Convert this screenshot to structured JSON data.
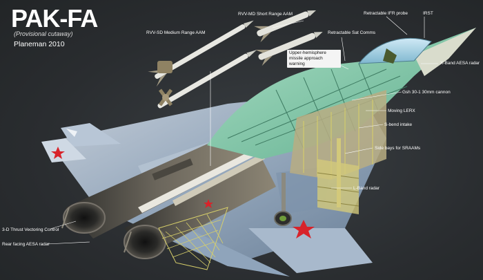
{
  "header": {
    "title": "PAK-FA",
    "subtitle": "(Provisional cutaway)",
    "credit": "Planeman 2010"
  },
  "callouts": {
    "rvv_md": "RVV-MD Short Range AAM",
    "rvv_sd": "RVV-SD Medium Range AAM",
    "ifr_probe": "Retractable IFR probe",
    "irst": "IRST",
    "sat_comms": "Retractable Sat Comms",
    "missile_warning": "Upper-hemisphere missile approach warning",
    "xband": "X-Band AESA radar",
    "gsh": "Gsh 30-1 30mm cannon",
    "lerx": "Moving LERX",
    "sbend": "S-bend intake",
    "side_bays": "Side bays for SRAAMs",
    "lband": "L-Band radar",
    "tvc": "3-D Thrust Vectoring Control",
    "rear_radar": "Rear facing AESA radar"
  },
  "colors": {
    "background": "#2c2f32",
    "camo_light": "#c7d3e0",
    "camo_mid": "#8aa0b8",
    "camo_dark": "#5f7690",
    "cutaway_green": "#7fc4a6",
    "frame_yellow": "#c9c15a",
    "engine_dark": "#3a3a36",
    "star_red": "#d8232a"
  }
}
